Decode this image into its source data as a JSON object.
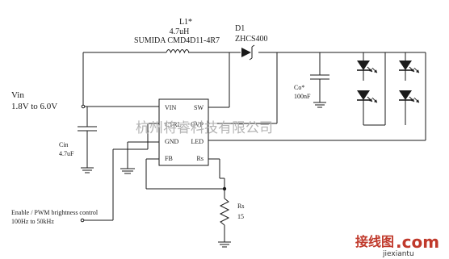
{
  "inductor": {
    "ref": "L1*",
    "value": "4.7uH",
    "part": "SUMIDA CMD4D11-4R7"
  },
  "diode": {
    "ref": "D1",
    "part": "ZHCS400"
  },
  "vin": {
    "name": "Vin",
    "range": "1.8V to 6.0V"
  },
  "cin": {
    "ref": "Cin",
    "value": "4.7uF"
  },
  "co": {
    "ref": "Co*",
    "value": "100nF"
  },
  "ic": {
    "pins_left": [
      "VIN",
      "CTRL",
      "GND",
      "FB"
    ],
    "pins_right": [
      "SW",
      "OVP",
      "LED",
      "Rs"
    ]
  },
  "rs": {
    "ref": "Rs",
    "value": "15"
  },
  "enable": {
    "line1": "Enable / PWM brightness control",
    "line2": "100Hz to 50kHz"
  },
  "watermark": "杭州将睿科技有限公司",
  "logo": {
    "cn": "接线图",
    "com": ".com",
    "url": "jiexiantu"
  }
}
